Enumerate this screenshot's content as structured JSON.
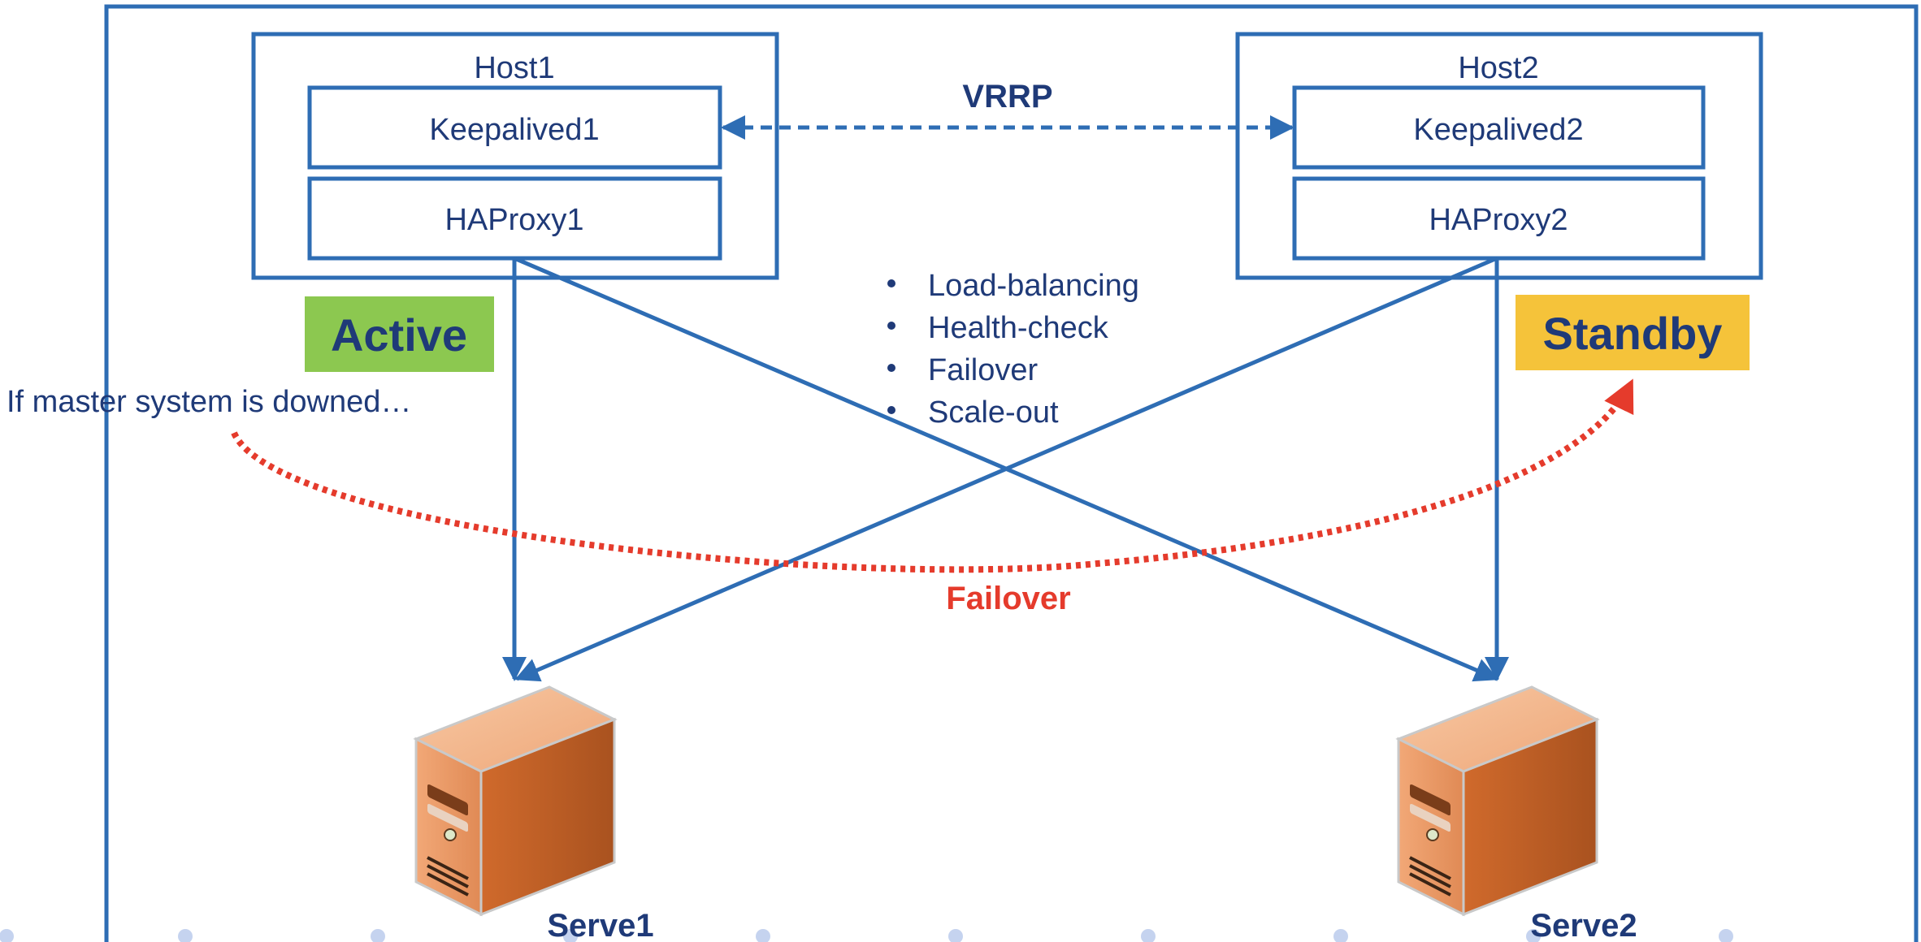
{
  "hosts": [
    {
      "title": "Host1",
      "keepalived": "Keepalived1",
      "haproxy": "HAProxy1"
    },
    {
      "title": "Host2",
      "keepalived": "Keepalived2",
      "haproxy": "HAProxy2"
    }
  ],
  "vrrp_label": "VRRP",
  "status": {
    "active": "Active",
    "standby": "Standby"
  },
  "features": [
    "Load-balancing",
    "Health-check",
    "Failover",
    "Scale-out"
  ],
  "note": "If master system is downed…",
  "failover_label": "Failover",
  "servers": [
    "Serve1",
    "Serve2"
  ],
  "colors": {
    "frame": "#2e6db4",
    "text": "#1f3a78",
    "active_bg": "#8cc850",
    "standby_bg": "#f5c33a",
    "failover": "#e53b2c",
    "dots": "#c5d3ef",
    "server_orange": "#d9773a"
  }
}
